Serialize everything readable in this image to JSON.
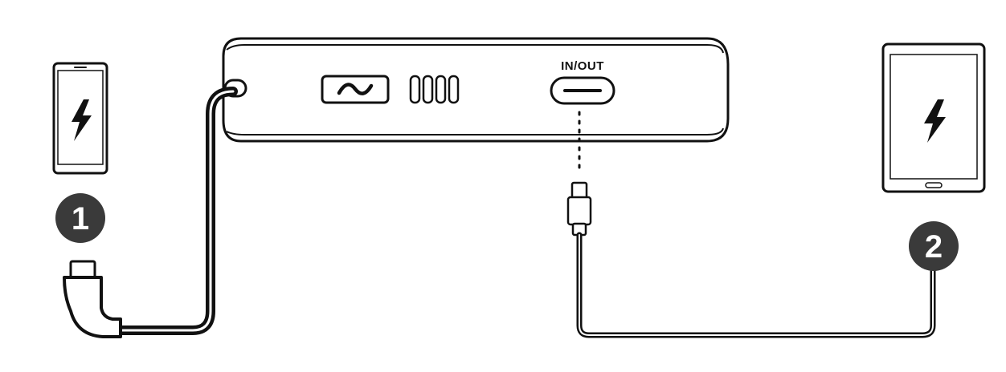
{
  "diagram": {
    "port_label": "IN/OUT",
    "steps": [
      {
        "number": "1",
        "device": "smartphone",
        "icon": "lightning-bolt-icon"
      },
      {
        "number": "2",
        "device": "tablet",
        "icon": "lightning-bolt-icon"
      }
    ],
    "colors": {
      "outline": "#111111",
      "badge": "#3a3a3a",
      "badge_text": "#ffffff",
      "background": "#ffffff"
    }
  }
}
